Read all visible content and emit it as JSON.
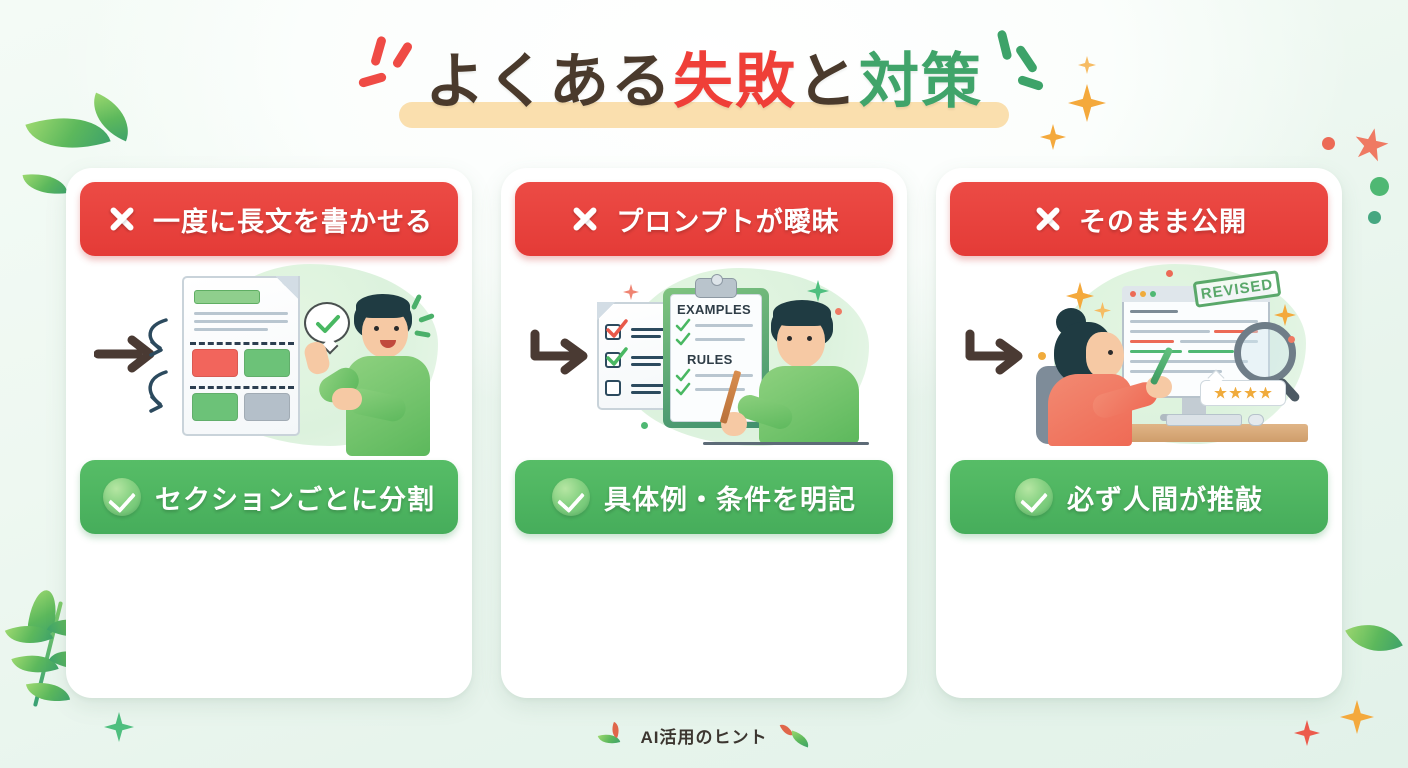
{
  "page": {
    "title_segments": [
      {
        "text": "よくある",
        "color_name": "dark",
        "hex": "#4a3a2c"
      },
      {
        "text": "失敗",
        "color_name": "red",
        "hex": "#ef3f38"
      },
      {
        "text": "と",
        "color_name": "dark",
        "hex": "#4a3a2c"
      },
      {
        "text": "対策",
        "color_name": "green",
        "hex": "#40a46a"
      }
    ],
    "title_full": "よくある失敗と対策",
    "background_hex": "#eef8f1",
    "highlight_hex": "#fadfae"
  },
  "cards": [
    {
      "problem": {
        "icon": "cross-icon",
        "label": "一度に長文を書かせる",
        "hex": "#e43b37"
      },
      "solution": {
        "icon": "check-circle-icon",
        "label": "セクションごとに分割",
        "hex": "#46ad5b"
      },
      "illustration": {
        "name": "document-sections-person-pointing",
        "arrow": "elbow-arrow-icon",
        "block_colors": [
          "#f2655c",
          "#6cc278",
          "#6cc278",
          "#b4bfc9"
        ],
        "bubble_icon": "check-mark-bubble"
      }
    },
    {
      "problem": {
        "icon": "cross-icon",
        "label": "プロンプトが曖昧",
        "hex": "#e43b37"
      },
      "solution": {
        "icon": "check-circle-icon",
        "label": "具体例・条件を明記",
        "hex": "#46ad5b"
      },
      "illustration": {
        "name": "clipboard-checklist-person-writing",
        "arrow": "elbow-arrow-icon",
        "clipboard_heading_1": "EXAMPLES",
        "clipboard_heading_2": "RULES",
        "checkbox_states": [
          "checked-red",
          "checked-green",
          "empty"
        ]
      }
    },
    {
      "problem": {
        "icon": "cross-icon",
        "label": "そのまま公開",
        "hex": "#e43b37"
      },
      "solution": {
        "icon": "check-circle-icon",
        "label": "必ず人間が推敲",
        "hex": "#46ad5b"
      },
      "illustration": {
        "name": "person-reviewing-monitor-revised",
        "arrow": "elbow-arrow-icon",
        "stamp_label": "REVISED",
        "stamp_hex": "#5aa86a",
        "magnifier_icon": "magnifying-glass-icon",
        "rating_stars": 4,
        "star_hex": "#f0ab3c"
      }
    }
  ],
  "footer": {
    "label": "AI活用のヒント",
    "left_icon": "leaf-cluster-icon",
    "right_icon": "leaf-cluster-icon"
  }
}
